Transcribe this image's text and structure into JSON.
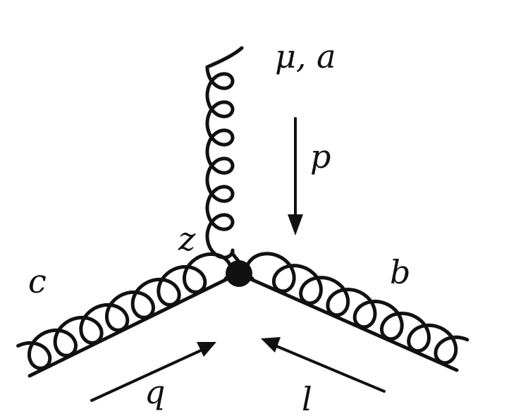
{
  "diagram": {
    "labels": {
      "top_gluon": "μ, a",
      "top_momentum": "p",
      "vertex": "z",
      "left_gluon": "c",
      "left_momentum": "q",
      "right_gluon": "b",
      "right_momentum": "l"
    }
  }
}
